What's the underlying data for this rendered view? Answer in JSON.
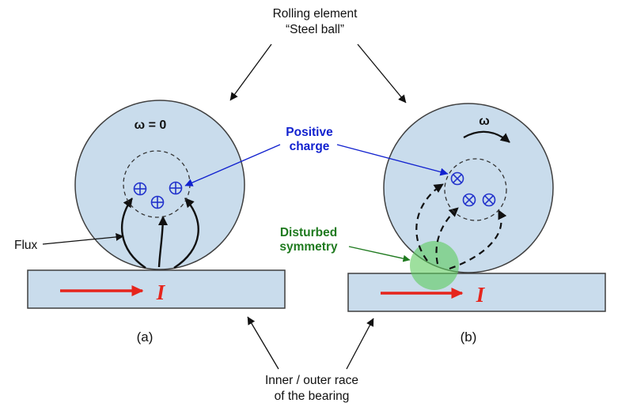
{
  "figure": {
    "top_label": {
      "line1": "Rolling element",
      "line2": "“Steel ball”"
    },
    "panel_a": {
      "omega_label": "ω = 0",
      "flux_label": "Flux",
      "current_label": "I",
      "caption": "(a)",
      "charge_symbol": "circle-plus"
    },
    "panel_b": {
      "omega_label": "ω",
      "current_label": "I",
      "caption": "(b)",
      "charge_symbol": "circle-cross"
    },
    "positive_charge_label": {
      "line1": "Positive",
      "line2": "charge"
    },
    "disturbed_label": {
      "line1": "Disturbed",
      "line2": "symmetry"
    },
    "bottom_label": {
      "line1": "Inner / outer race",
      "line2": "of the bearing"
    }
  },
  "colors": {
    "ball_fill": "#c9dcec",
    "outline": "#3f3f3f",
    "charge_blue": "#2233cc",
    "positive_label_blue": "#1222cf",
    "disturbed_green": "#1f7a1f",
    "disturbed_spot_green": "#5ecb5e",
    "current_red": "#e6251c",
    "text": "#111111",
    "background": "#ffffff"
  }
}
